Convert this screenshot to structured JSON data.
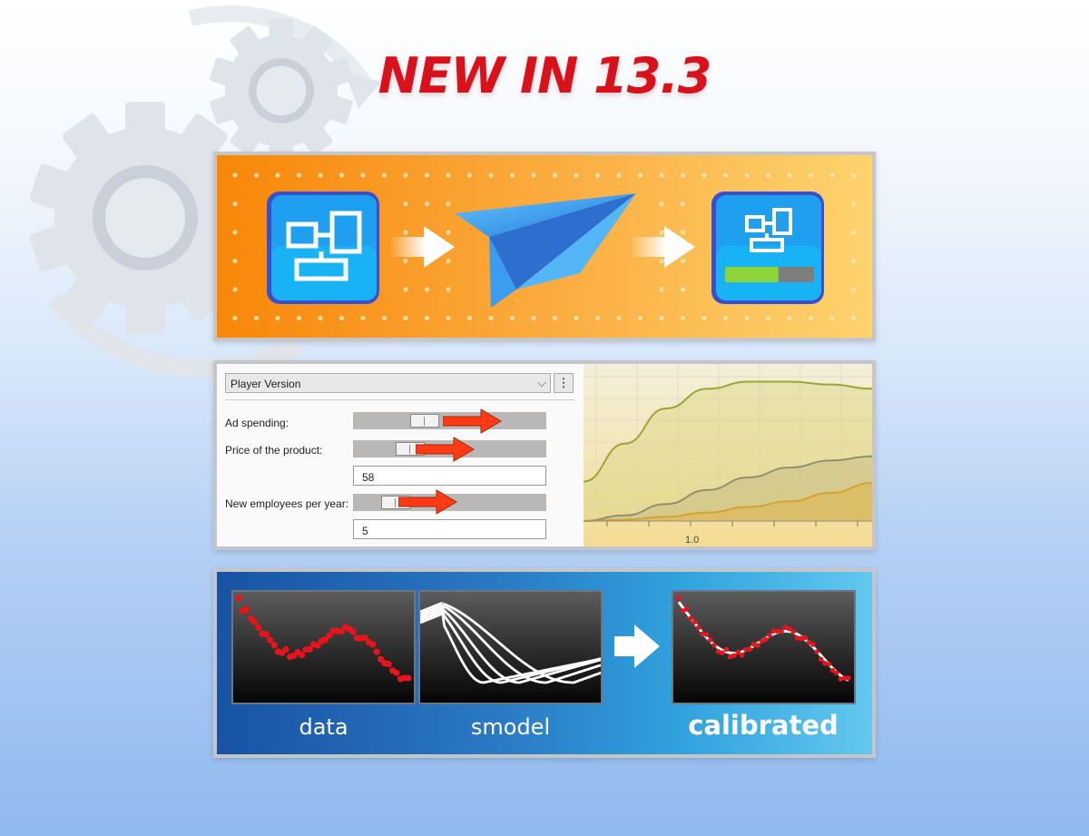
{
  "title": "NEW IN 13.3",
  "icons": {
    "gears": "gears-refresh-icon",
    "model_left": "model-diagram-icon",
    "send": "paper-plane-icon",
    "model_right": "model-progress-icon"
  },
  "colors": {
    "title": "#d8111b",
    "orange_start": "#f78708",
    "orange_end": "#fdd36e",
    "arrow_red": "#ff3a14",
    "progress_green": "#8bd43a"
  },
  "progress": {
    "value": 0.6
  },
  "player": {
    "dropdown_label": "Player Version",
    "menu_icon": "⋮",
    "chevron": "⌵",
    "rows": [
      {
        "label": "Ad spending:",
        "slider_value": 0.35
      },
      {
        "label": "Price of the product:",
        "slider_value": 0.26,
        "value": "58"
      },
      {
        "label": "New employees per year:",
        "slider_value": 0.17,
        "value": "5"
      }
    ]
  },
  "chart_data": {
    "type": "area",
    "x_tick_label": "1.0",
    "series": [
      {
        "values": [
          0.28,
          0.55,
          0.8,
          0.94,
          0.99,
          0.99,
          0.97,
          0.94
        ]
      },
      {
        "values": [
          0.0,
          0.04,
          0.12,
          0.22,
          0.31,
          0.38,
          0.43,
          0.46
        ]
      },
      {
        "values": [
          0.0,
          0.01,
          0.03,
          0.06,
          0.1,
          0.14,
          0.2,
          0.27
        ]
      }
    ]
  },
  "calibration": {
    "labels": {
      "data": "data",
      "model": "smodel",
      "result": "calibrated"
    }
  }
}
